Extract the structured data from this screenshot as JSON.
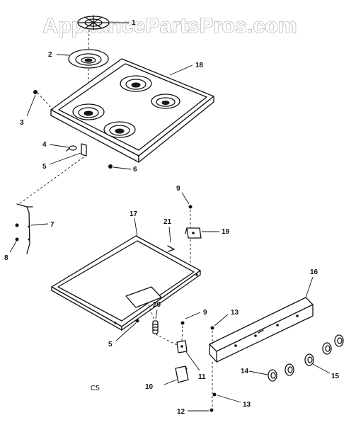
{
  "watermark": "AppliancePartsPros.com",
  "diagram_code": "C5",
  "callouts": {
    "c1": "1",
    "c2": "2",
    "c3": "3",
    "c4": "4",
    "c5a": "5",
    "c6": "6",
    "c7": "7",
    "c8a": "8",
    "c9a": "9",
    "c17": "17",
    "c21": "21",
    "c19": "19",
    "c16": "16",
    "c18": "18",
    "c13a": "13",
    "c9b": "9",
    "c20": "20",
    "c5b": "5",
    "c11": "11",
    "c10": "10",
    "c14": "14",
    "c15": "15",
    "c12": "12",
    "c13b": "13"
  }
}
